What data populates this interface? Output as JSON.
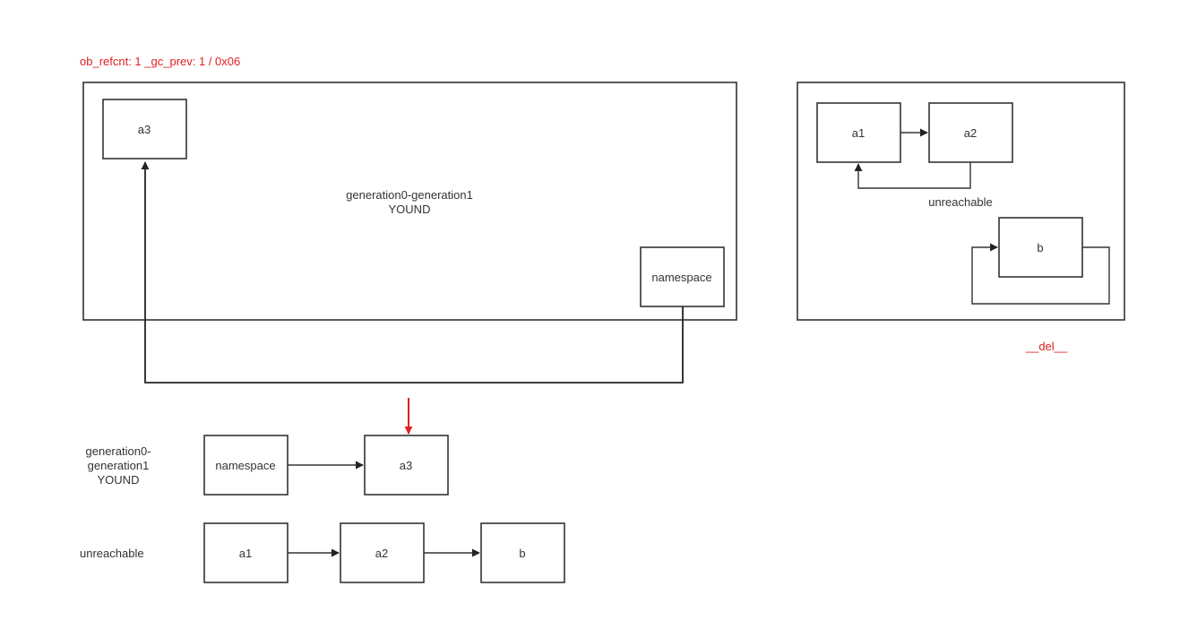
{
  "header": {
    "refcount_label": "ob_refcnt: 1  _gc_prev: 1 / 0x06"
  },
  "young_frame": {
    "title_line1": "generation0-generation1",
    "title_line2": "YOUND"
  },
  "young_nodes": {
    "a3": "a3",
    "namespace": "namespace"
  },
  "del_frame": {
    "nodes": {
      "a1": "a1",
      "a2": "a2",
      "b": "b"
    },
    "unreachable_label": "unreachable",
    "del_label": "__del__"
  },
  "lists": {
    "young": {
      "label_line1": "generation0-",
      "label_line2": "generation1",
      "label_line3": "YOUND",
      "nodes": [
        "namespace",
        "a3"
      ]
    },
    "unreachable": {
      "label": "unreachable",
      "nodes": [
        "a1",
        "a2",
        "b"
      ]
    }
  },
  "colors": {
    "accent": "#e02020",
    "stroke": "#333333",
    "text": "#333333"
  }
}
